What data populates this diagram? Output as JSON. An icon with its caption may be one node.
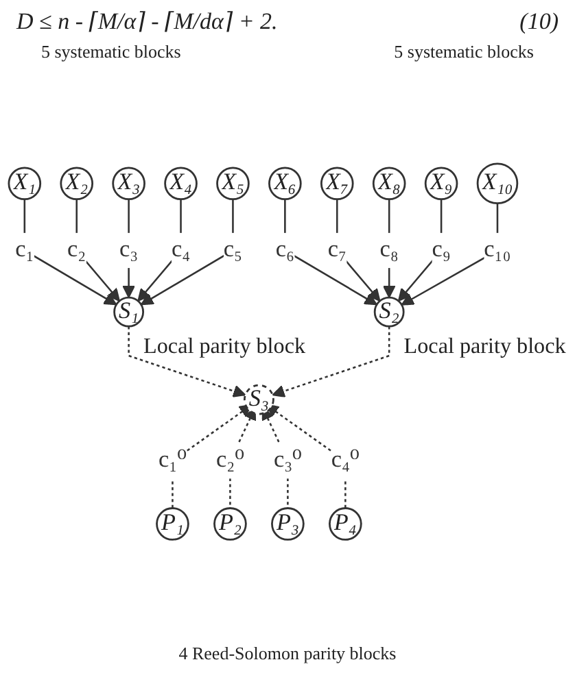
{
  "diagram": {
    "nodes": [
      {
        "text": [
          "X₁"
        ]
      },
      {
        "text": [
          "X₂"
        ]
      },
      {
        "text": [
          "X₃"
        ]
      },
      {
        "text": [
          "X₄"
        ]
      },
      {
        "text": [
          "X₅"
        ]
      },
      {
        "text": [
          "X₆"
        ]
      },
      {
        "text": [
          "X₇"
        ]
      },
      {
        "text": [
          "X₈"
        ]
      },
      {
        "text": [
          "X₉"
        ]
      },
      {
        "text": [
          "X₁₀"
        ]
      },
      {
        "text": [
          "S₁"
        ],
        "beside": [
          "Local parity block"
        ]
      },
      {
        "text": [
          "S₂"
        ],
        "beside": [
          "Local parity block"
        ]
      },
      {
        "text": [
          "S₃"
        ]
      },
      {
        "text": [
          "P₁"
        ]
      },
      {
        "text": [
          "P₂"
        ]
      },
      {
        "text": [
          "P₃"
        ]
      },
      {
        "text": [
          "P₄"
        ]
      }
    ],
    "edges": [
      {
        "from": 0,
        "to": 10,
        "arrow": "to",
        "label": "c₁"
      },
      {
        "from": 1,
        "to": 10,
        "arrow": "to",
        "label": "c₂"
      },
      {
        "from": 2,
        "to": 10,
        "arrow": "to",
        "label": "c₃"
      },
      {
        "from": 3,
        "to": 10,
        "arrow": "to",
        "label": "c₄"
      },
      {
        "from": 4,
        "to": 10,
        "arrow": "to",
        "label": "c₅"
      },
      {
        "from": 5,
        "to": 11,
        "arrow": "to",
        "label": "c₆"
      },
      {
        "from": 6,
        "to": 11,
        "arrow": "to",
        "label": "c₇"
      },
      {
        "from": 7,
        "to": 11,
        "arrow": "to",
        "label": "c₈"
      },
      {
        "from": 8,
        "to": 11,
        "arrow": "to",
        "label": "c₉"
      },
      {
        "from": 9,
        "to": 11,
        "arrow": "to",
        "label": "c₁₀"
      },
      {
        "from": 10,
        "to": 12,
        "arrow": "to",
        "style": "dashed"
      },
      {
        "from": 11,
        "to": 12,
        "arrow": "to",
        "style": "dashed"
      },
      {
        "from": 13,
        "to": 12,
        "arrow": "to",
        "style": "dashed",
        "label": "c₁⁰"
      },
      {
        "from": 14,
        "to": 12,
        "arrow": "to",
        "style": "dashed",
        "label": "c₂⁰"
      },
      {
        "from": 15,
        "to": 12,
        "arrow": "to",
        "style": "dashed",
        "label": "c₃⁰"
      },
      {
        "from": 16,
        "to": 12,
        "arrow": "to",
        "style": "dashed",
        "label": "c₄⁰"
      }
    ],
    "labels": [
      "D ≤ n - ⌈M/α⌉ - ⌈M/dα⌉ + 2.",
      "(10)",
      "5 systematic blocks",
      "5 systematic blocks",
      "4 Reed-Solomon parity blocks"
    ]
  }
}
